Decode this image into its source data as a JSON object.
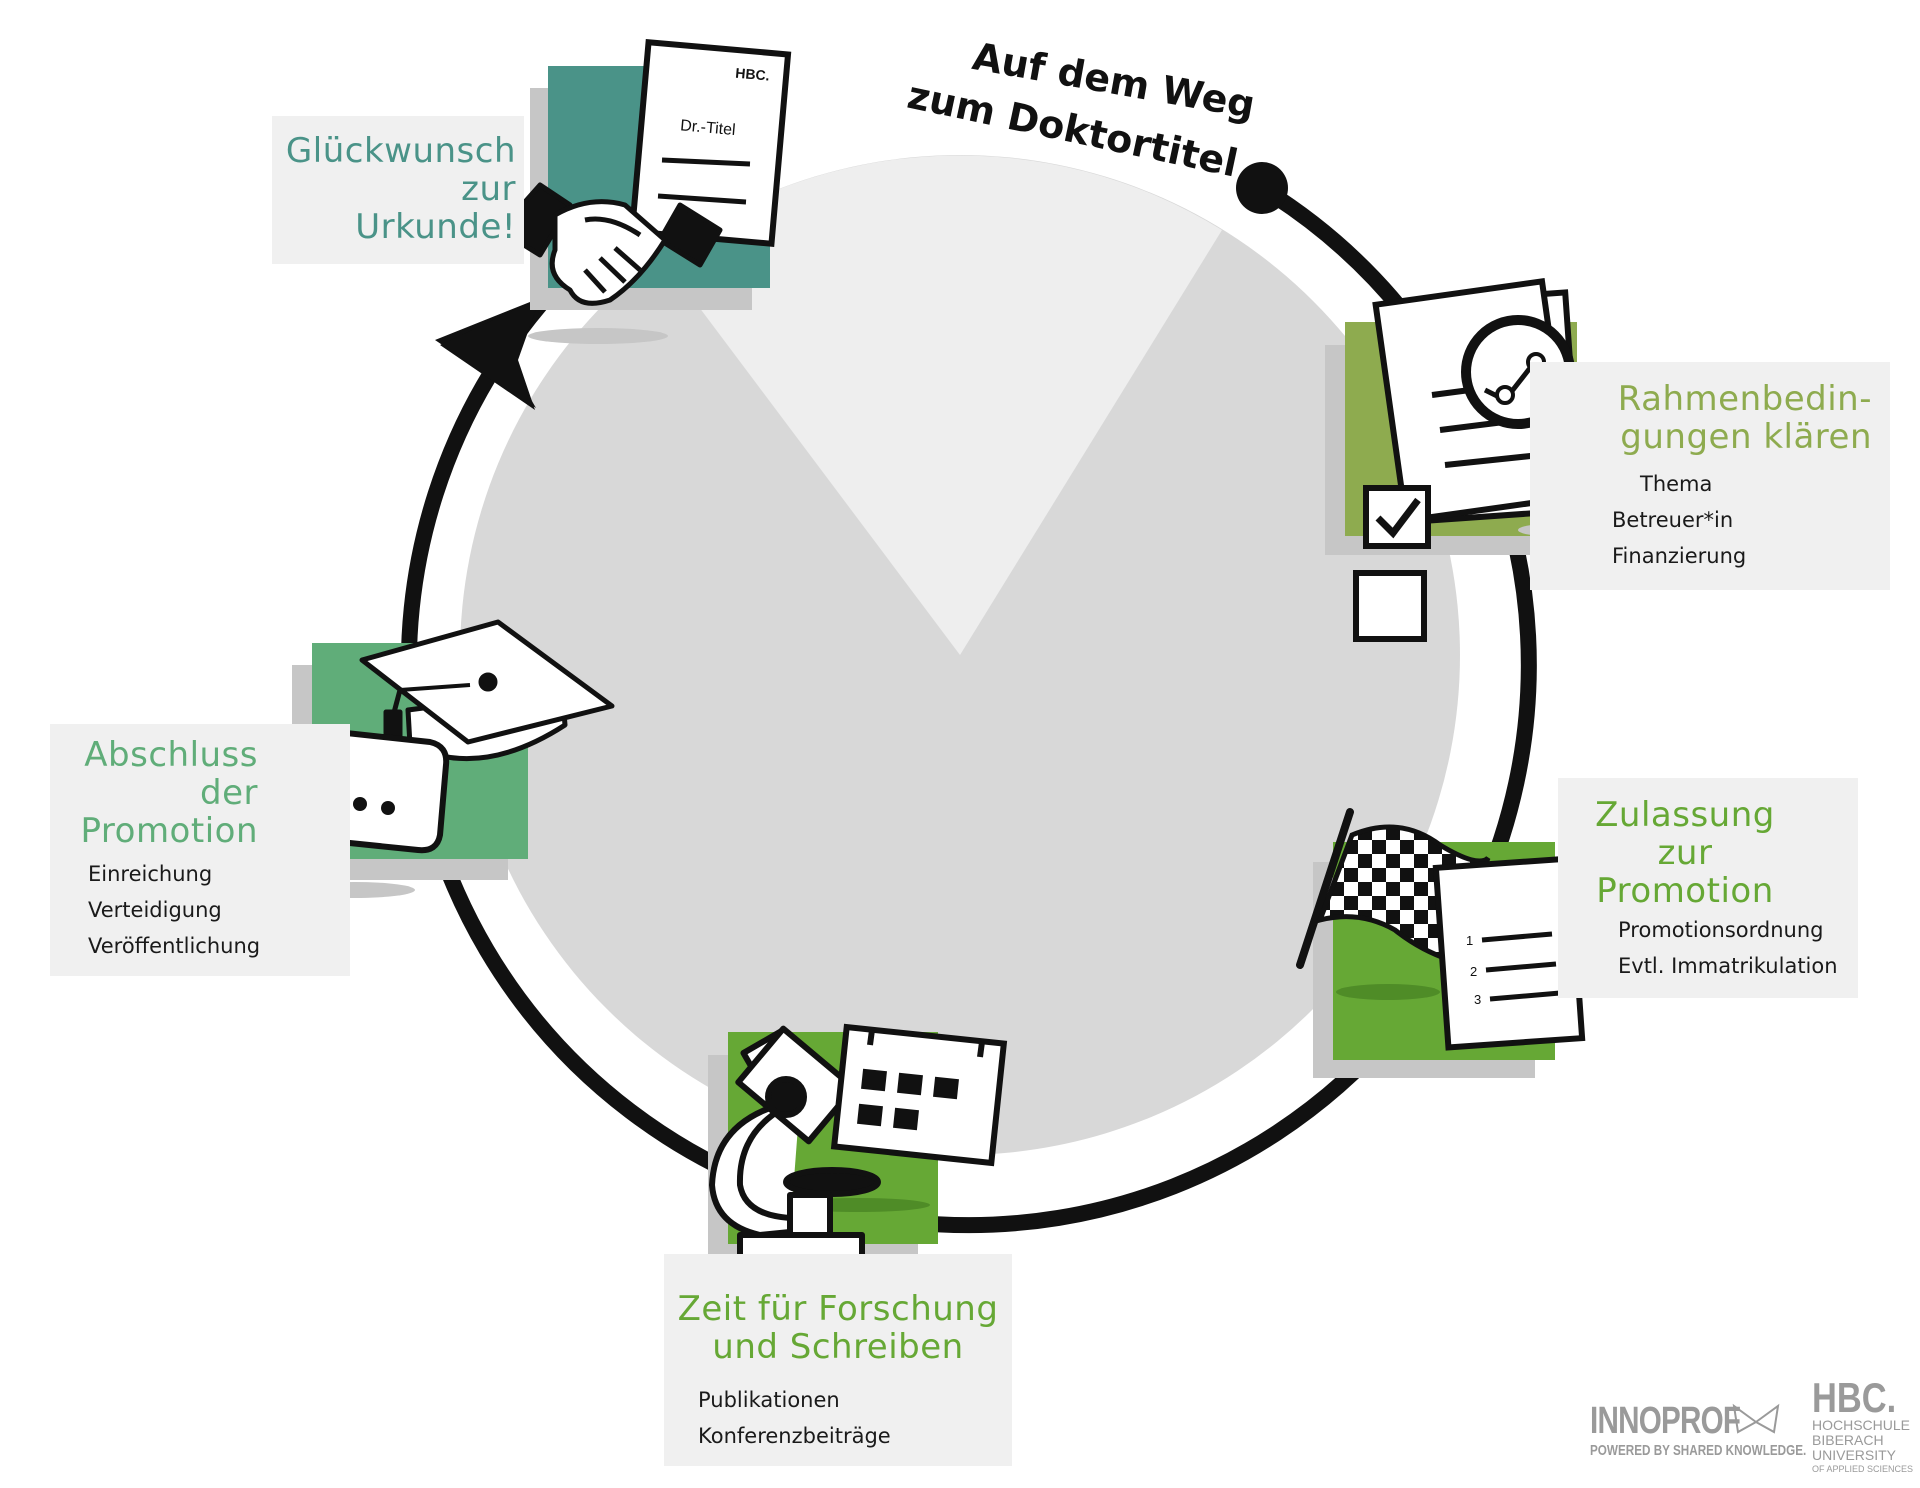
{
  "title": "Auf dem Weg zum Doktortitel",
  "title_line1": "Auf dem Weg",
  "title_line2": "zum Doktortitel",
  "colors": {
    "teal": "#4a9388",
    "olive": "#8eab4f",
    "green": "#66a835",
    "sage": "#60ad79",
    "ring": "#111111",
    "disc": "#d8d8d8",
    "box": "#f0f0f0",
    "shadow": "#c6c6c6"
  },
  "stages": [
    {
      "id": "urkunde",
      "title": "Glückwunsch\nzur\nUrkunde!",
      "items": [],
      "icon": "handshake-certificate-icon",
      "document_text": "Dr.-Titel",
      "document_logo": "HBC."
    },
    {
      "id": "rahmen",
      "title": "Rahmenbedin-\ngungen klären",
      "items": [
        "Thema",
        "Betreuer*in",
        "Finanzierung"
      ],
      "icon": "document-magnifier-checklist-icon"
    },
    {
      "id": "zulassung",
      "title": "Zulassung\nzur\nPromotion",
      "items": [
        "Promotionsordnung",
        "Evtl. Immatrikulation"
      ],
      "icon": "checkered-flag-list-icon",
      "list_numbers": [
        "1",
        "2",
        "3"
      ]
    },
    {
      "id": "forschung",
      "title": "Zeit für Forschung\nund Schreiben",
      "items": [
        "Publikationen",
        "Konferenzbeiträge"
      ],
      "icon": "microscope-calendar-icon"
    },
    {
      "id": "abschluss",
      "title": "Abschluss\nder\nPromotion",
      "items": [
        "Einreichung",
        "Verteidigung",
        "Veröffentlichung"
      ],
      "icon": "graduation-cap-speech-bubble-icon"
    }
  ],
  "logos": {
    "innoprof": "INNOPROF",
    "innoprof_tagline": "POWERED BY SHARED KNOWLEDGE.",
    "hbc": "HBC.",
    "hbc_lines": [
      "HOCHSCHULE",
      "BIBERACH",
      "UNIVERSITY",
      "OF APPLIED SCIENCES"
    ]
  }
}
